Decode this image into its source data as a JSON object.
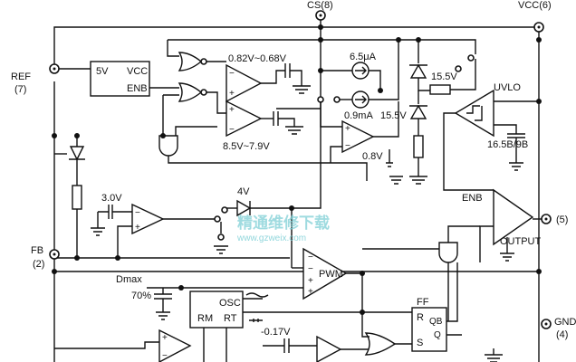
{
  "pins": {
    "cs": "CS(8)",
    "vcc": "VCC(6)",
    "ref_name": "REF",
    "ref_num": "(7)",
    "fb_name": "FB",
    "fb_num": "(2)",
    "out_num": "(5)",
    "gnd_name": "GND",
    "gnd_num": "(4)"
  },
  "blocks": {
    "reg_5v": "5V",
    "reg_vcc": "VCC",
    "reg_enb": "ENB",
    "uvlo": "UVLO",
    "uvlo_thr": "16.5B/9B",
    "pwm": "PWM",
    "output": "OUTPUT",
    "enb_out": "ENB",
    "osc": "OSC",
    "rm": "RM",
    "rt": "RT",
    "ff": "FF",
    "ff_r": "R",
    "ff_s": "S",
    "ff_qb": "QB",
    "ff_q": "Q"
  },
  "values": {
    "v_082": "0.82V~0.68V",
    "v_85": "8.5V~7.9V",
    "i_65": "6.5μA",
    "i_09": "0.9mA",
    "z_155a": "15.5V",
    "z_155b": "15.5V",
    "v_08": "0.8V",
    "v_30": "3.0V",
    "v_4": "4V",
    "dmax": "Dmax",
    "dmax_pct": "70%",
    "v_017": "-0.17V"
  },
  "watermark": {
    "text": "精通维修下载",
    "url": "www.gzweix.com"
  }
}
